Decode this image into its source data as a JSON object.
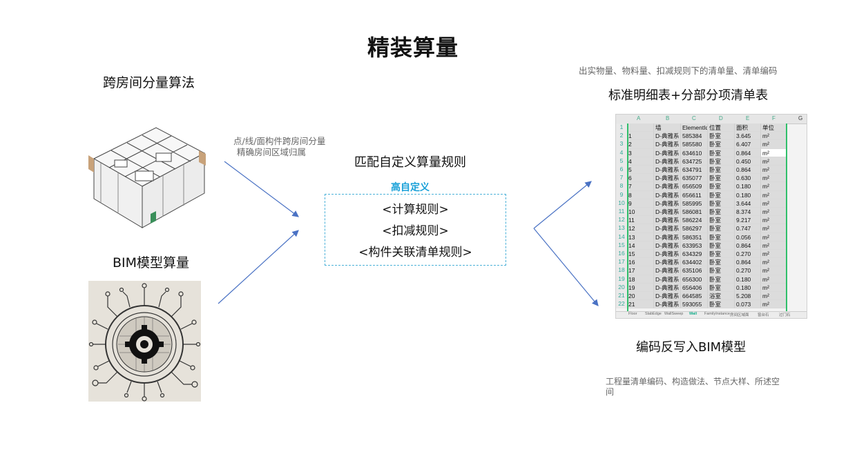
{
  "title": "精装算量",
  "left": {
    "cross_room_title": "跨房间分量算法",
    "bim_title": "BIM模型算量",
    "note_lines": [
      "点/线/面构件跨房间分量",
      "精确房间区域归属"
    ]
  },
  "center": {
    "heading": "匹配自定义算量规则",
    "accent": "高自定义",
    "rules": [
      "<计算规则>",
      "<扣减规则>",
      "<构件关联清单规则>"
    ]
  },
  "right": {
    "top_note": "出实物量、物料量、扣减规则下的清单量、清单编码",
    "table_title": "标准明细表+分部分项清单表",
    "writeback_title": "编码反写入BIM模型",
    "bottom_note_lines": [
      "工程量清单编码、构造做法、节点大样、所述空",
      "间"
    ]
  },
  "sheet": {
    "col_letters": [
      "A",
      "B",
      "C",
      "D",
      "E",
      "F",
      "G"
    ],
    "header": [
      "",
      "墙",
      "ElementId",
      "位置",
      "面积",
      "单位"
    ],
    "rows": [
      [
        "1",
        "D-典雅系",
        "585384",
        "卧室",
        "3.645",
        "m²"
      ],
      [
        "2",
        "D-典雅系",
        "585580",
        "卧室",
        "6.407",
        "m²"
      ],
      [
        "3",
        "D-典雅系",
        "634610",
        "卧室",
        "0.864",
        "m²"
      ],
      [
        "4",
        "D-典雅系",
        "634725",
        "卧室",
        "0.450",
        "m²"
      ],
      [
        "5",
        "D-典雅系",
        "634791",
        "卧室",
        "0.864",
        "m²"
      ],
      [
        "6",
        "D-典雅系",
        "635077",
        "卧室",
        "0.630",
        "m²"
      ],
      [
        "7",
        "D-典雅系",
        "656509",
        "卧室",
        "0.180",
        "m²"
      ],
      [
        "8",
        "D-典雅系",
        "656611",
        "卧室",
        "0.180",
        "m²"
      ],
      [
        "9",
        "D-典雅系",
        "585995",
        "卧室",
        "3.644",
        "m²"
      ],
      [
        "10",
        "D-典雅系",
        "586081",
        "卧室",
        "8.374",
        "m²"
      ],
      [
        "11",
        "D-典雅系",
        "586224",
        "卧室",
        "9.217",
        "m²"
      ],
      [
        "12",
        "D-典雅系",
        "586297",
        "卧室",
        "0.747",
        "m²"
      ],
      [
        "13",
        "D-典雅系",
        "586351",
        "卧室",
        "0.056",
        "m²"
      ],
      [
        "14",
        "D-典雅系",
        "633953",
        "卧室",
        "0.864",
        "m²"
      ],
      [
        "15",
        "D-典雅系",
        "634329",
        "卧室",
        "0.270",
        "m²"
      ],
      [
        "16",
        "D-典雅系",
        "634402",
        "卧室",
        "0.864",
        "m²"
      ],
      [
        "17",
        "D-典雅系",
        "635106",
        "卧室",
        "0.270",
        "m²"
      ],
      [
        "18",
        "D-典雅系",
        "656300",
        "卧室",
        "0.180",
        "m²"
      ],
      [
        "19",
        "D-典雅系",
        "656406",
        "卧室",
        "0.180",
        "m²"
      ],
      [
        "20",
        "D-典雅系",
        "664585",
        "浴室",
        "5.208",
        "m²"
      ],
      [
        "21",
        "D-典雅系",
        "593055",
        "卧室",
        "0.073",
        "m²"
      ]
    ],
    "tabs": [
      "Floor",
      "SlabEdge",
      "WallSweep",
      "Wall",
      "FamilyInstance",
      "房间区域面",
      "窗台石",
      "过门石"
    ],
    "active_tab": "Wall"
  },
  "colors": {
    "accent": "#18a0d8",
    "arrow": "#4a72c4",
    "sheet_green": "#2fbf6a"
  }
}
